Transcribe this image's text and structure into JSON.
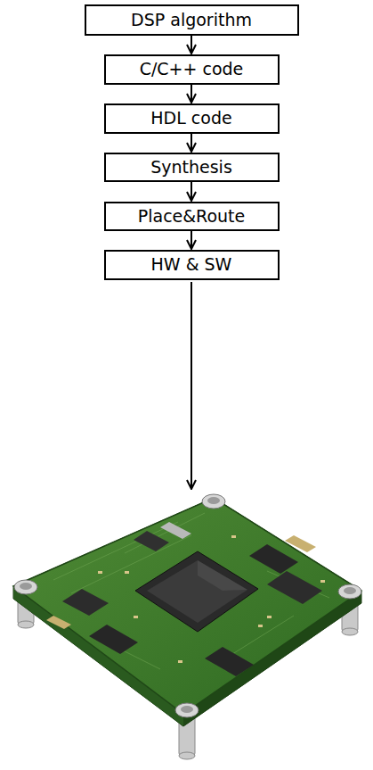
{
  "diagram": {
    "nodes": [
      {
        "text": [
          "DSP algorithm"
        ]
      },
      {
        "text": [
          "C/C++ code"
        ]
      },
      {
        "text": [
          "HDL code"
        ]
      },
      {
        "text": [
          "Synthesis"
        ]
      },
      {
        "text": [
          "Place&Route"
        ]
      },
      {
        "text": [
          "HW & SW"
        ]
      }
    ],
    "edges": [
      {
        "from": 0,
        "to": 1,
        "arrow": "to"
      },
      {
        "from": 1,
        "to": 2,
        "arrow": "to"
      },
      {
        "from": 2,
        "to": 3,
        "arrow": "to"
      },
      {
        "from": 3,
        "to": 4,
        "arrow": "to"
      },
      {
        "from": 4,
        "to": 5,
        "arrow": "to"
      }
    ]
  }
}
